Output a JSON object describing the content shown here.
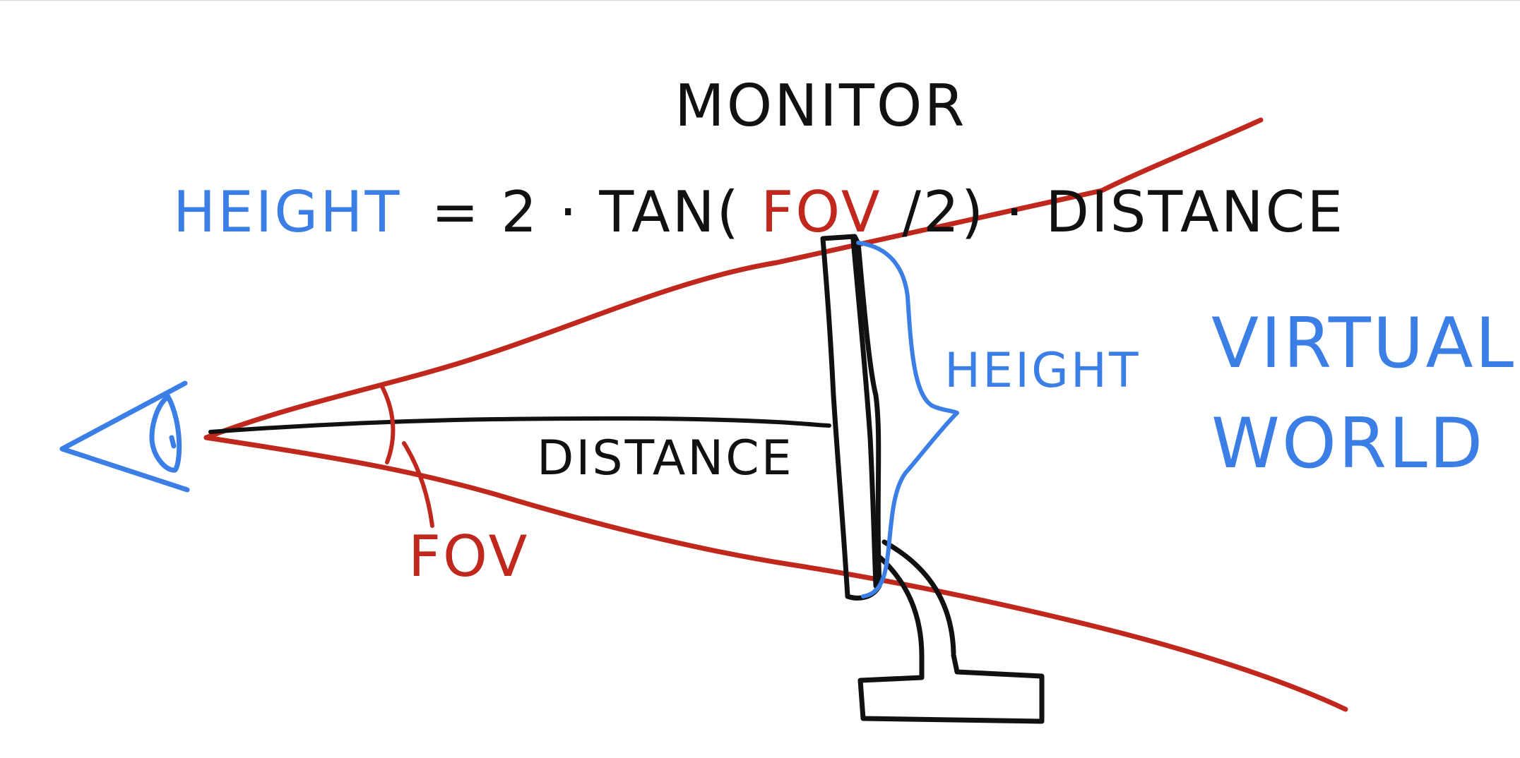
{
  "labels": {
    "monitor": "MONITOR",
    "formula": {
      "height": "HEIGHT",
      "eq": "= 2 · TAN(",
      "fov": "FOV",
      "half": "/2) · DISTANCE"
    },
    "height_side": "HEIGHT",
    "distance": "DISTANCE",
    "fov": "FOV",
    "virtual_line1": "VIRTUAL",
    "virtual_line2": "WORLD"
  },
  "colors": {
    "ink": "#111111",
    "red": "#c0281e",
    "blue": "#3b7fe6"
  }
}
